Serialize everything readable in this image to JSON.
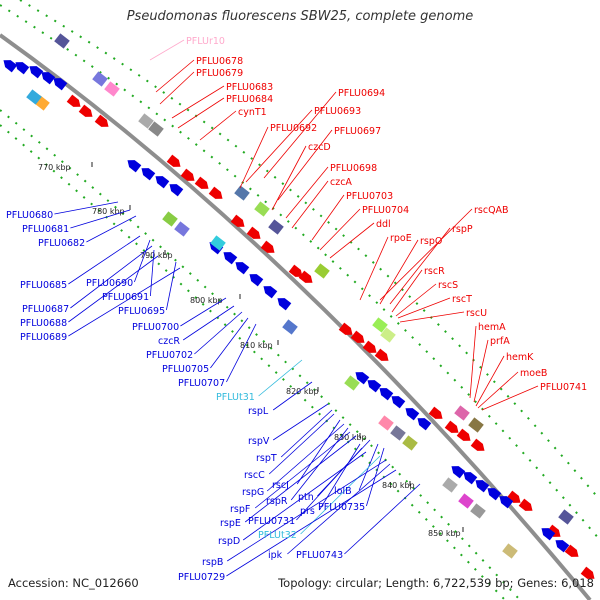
{
  "title": "Pseudomonas fluorescens SBW25, complete genome",
  "footer": {
    "accession": "Accession: NC_012660",
    "topology": "Topology: circular; Length: 6,722,539 bp; Genes: 6,018"
  },
  "colors": {
    "forward_gene": "#ee0000",
    "reverse_gene": "#0000dd",
    "trna_label": "#33bbdd",
    "rrna_label": "#ffaacc",
    "backbone": "#999999",
    "cog_dots": "#22aa22"
  },
  "tick_labels": [
    "770 kbp",
    "780 kbp",
    "790 kbp",
    "800 kbp",
    "810 kbp",
    "820 kbp",
    "830 kbp",
    "840 kbp",
    "850 kbp"
  ],
  "forward_labels": [
    "PFLUr10",
    "PFLU0678",
    "PFLU0679",
    "PFLU0683",
    "PFLU0684",
    "cynT1",
    "PFLU0694",
    "PFLU0693",
    "PFLU0692",
    "PFLU0697",
    "czcD",
    "PFLU0698",
    "czcA",
    "PFLU0703",
    "PFLU0704",
    "ddl",
    "rpoE",
    "rscQAB",
    "rspO",
    "rspP",
    "rscR",
    "rscS",
    "rscT",
    "rscU",
    "hemA",
    "prfA",
    "hemK",
    "moeB",
    "PFLU0741"
  ],
  "reverse_labels": [
    "PFLU0680",
    "PFLU0681",
    "PFLU0682",
    "PFLU0685",
    "PFLU0690",
    "PFLU0687",
    "PFLU0691",
    "PFLU0688",
    "PFLU0695",
    "PFLU0689",
    "PFLU0700",
    "czcR",
    "PFLU0702",
    "PFLU0705",
    "PFLU0707",
    "PFLUt31",
    "rspL",
    "rspV",
    "rspT",
    "rscC",
    "rscJ",
    "rspG",
    "rspR",
    "rspF",
    "pth",
    "lolB",
    "PFLU0735",
    "rspE",
    "prs",
    "PFLU0731",
    "rspD",
    "PFLUt32",
    "rspB",
    "ipk",
    "PFLU0743",
    "PFLU0729"
  ]
}
